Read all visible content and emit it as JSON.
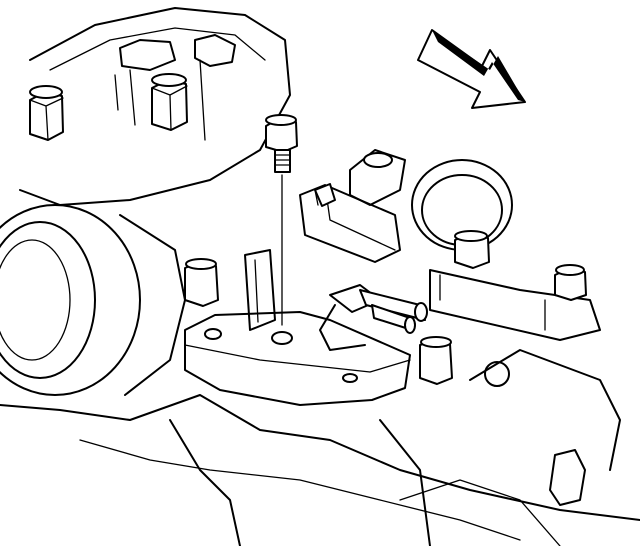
{
  "figure": {
    "kind": "line-art technical illustration",
    "palette": {
      "ink": "#000000",
      "paper": "#ffffff"
    },
    "parts": [
      "engine-block",
      "cylinder-head",
      "head-bolt",
      "crank-pulley",
      "mounting-bracket",
      "mounting-bolt",
      "electrical-connector",
      "lifting-eye",
      "fuel-lines",
      "direction-arrow"
    ],
    "direction_arrow": {
      "points": "front-of-vehicle"
    }
  }
}
